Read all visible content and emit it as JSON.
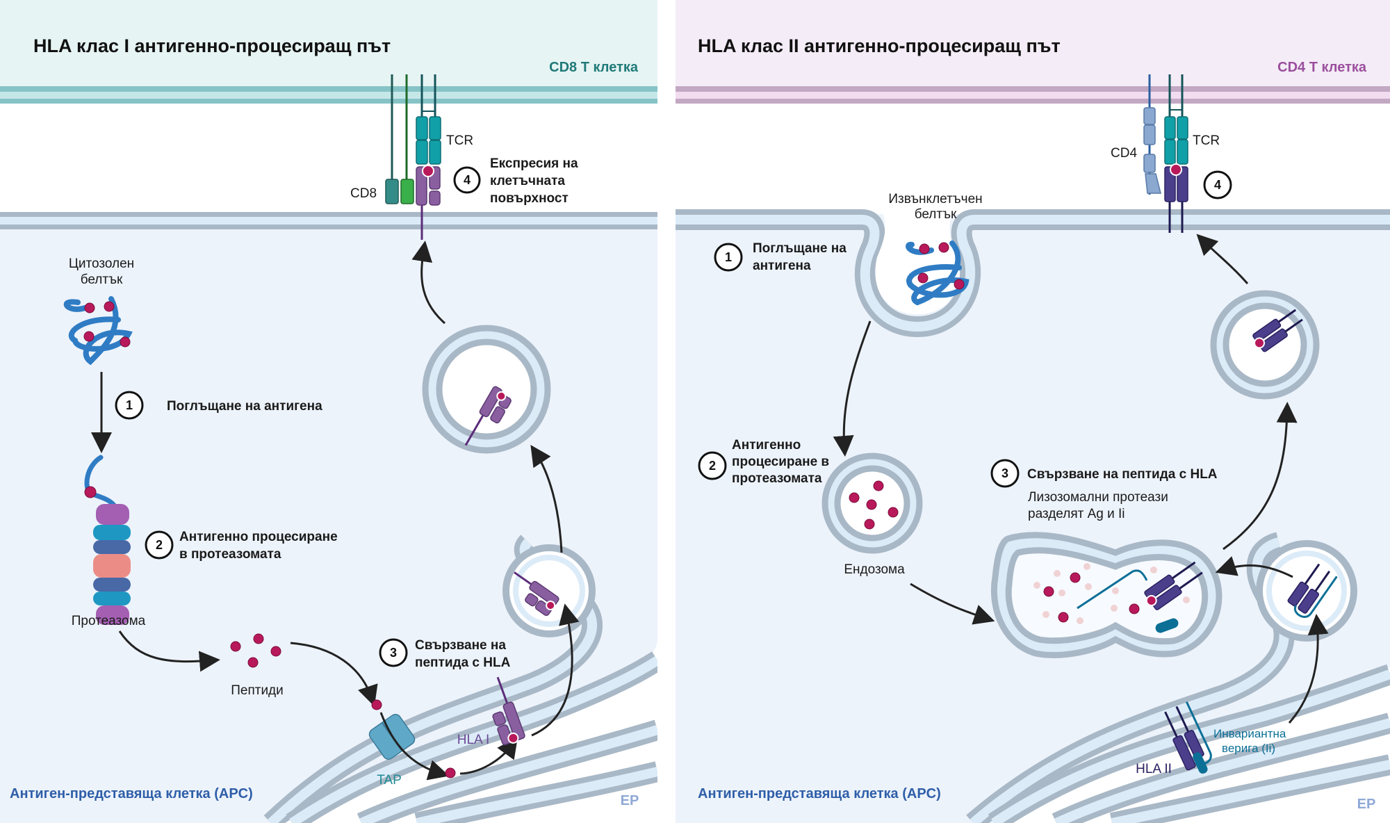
{
  "panels": [
    {
      "id": "class1",
      "title": "HLA клас I антигенно-процесиращ път",
      "tcell_label": "CD8 Т клетка",
      "apc_label": "Антиген-представяща клетка (APC)",
      "er_label": "ЕР",
      "labels": {
        "cytosolic_protein_l1": "Цитозолен",
        "cytosolic_protein_l2": "белтък",
        "proteasome": "Протеазома",
        "peptides": "Пептиди",
        "tap": "TAP",
        "hla": "HLA I",
        "coreceptor": "CD8",
        "tcr": "TCR"
      },
      "steps": [
        {
          "num": "1",
          "lines": [
            "Поглъщане на антигена"
          ]
        },
        {
          "num": "2",
          "lines": [
            "Антигенно процесиране",
            "в протеазомата"
          ]
        },
        {
          "num": "3",
          "lines": [
            "Свързване на",
            "пептида с HLA"
          ]
        },
        {
          "num": "4",
          "lines": [
            "Експресия на",
            "клетъчната",
            "повърхност"
          ]
        }
      ]
    },
    {
      "id": "class2",
      "title": "HLA клас II антигенно-процесиращ път",
      "tcell_label": "CD4 Т клетка",
      "apc_label": "Антиген-представяща клетка (APC)",
      "er_label": "ЕР",
      "labels": {
        "extracellular_protein_l1": "Извънклетъчен",
        "extracellular_protein_l2": "белтък",
        "endosome": "Ендозома",
        "lysosomal_l1": "Лизозомални протеази",
        "lysosomal_l2": "разделят Ag и Ii",
        "hla": "HLA II",
        "invariant_l1": "Инвариантна",
        "invariant_l2": "верига (Ii)",
        "coreceptor": "CD4",
        "tcr": "TCR"
      },
      "steps": [
        {
          "num": "1",
          "lines": [
            "Поглъщане на",
            "антигена"
          ]
        },
        {
          "num": "2",
          "lines": [
            "Антигенно",
            "процесиране в",
            "протеазомата"
          ]
        },
        {
          "num": "3",
          "lines": [
            "Свързване на пептида с HLA"
          ]
        },
        {
          "num": "4",
          "lines": []
        }
      ]
    }
  ],
  "colors": {
    "class1_header_bg": "#e6f4f3",
    "class1_accent": "#1f7a78",
    "class1_membrane": "#86c3c6",
    "class2_header_bg": "#f4ecf6",
    "class2_accent": "#9b4f9e",
    "class2_membrane": "#c2a8c3",
    "cell_bg": "#edf3fb",
    "apc_label": "#2e5ea8",
    "er_label": "#8fa8d6",
    "membrane_gray": "#a9b8c6",
    "membrane_fill": "#dcebf8",
    "peptide": "#b8195a",
    "protein_blue": "#2f7cc4",
    "hla1_purple": "#8a5fa0",
    "hla2_purple": "#4b3f8c",
    "tcr_teal": "#12a0a8",
    "invariant_teal": "#0b6f96"
  }
}
